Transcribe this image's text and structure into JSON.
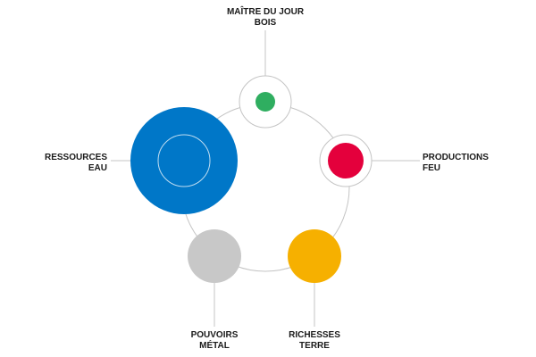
{
  "elements": {
    "bois": {
      "line1": "MAÎTRE DU JOUR",
      "line2": "BOIS",
      "color": "#2fae60"
    },
    "feu": {
      "line1": "PRODUCTIONS",
      "line2": "FEU",
      "color": "#e4003c"
    },
    "terre": {
      "line1": "RICHESSES",
      "line2": "TERRE",
      "color": "#f6b000"
    },
    "metal": {
      "line1": "POUVOIRS",
      "line2": "MÉTAL",
      "color": "#c8c8c8"
    },
    "eau": {
      "line1": "RESSOURCES",
      "line2": "EAU",
      "color": "#0077c8"
    }
  },
  "ring_color": "#c4c4c4"
}
